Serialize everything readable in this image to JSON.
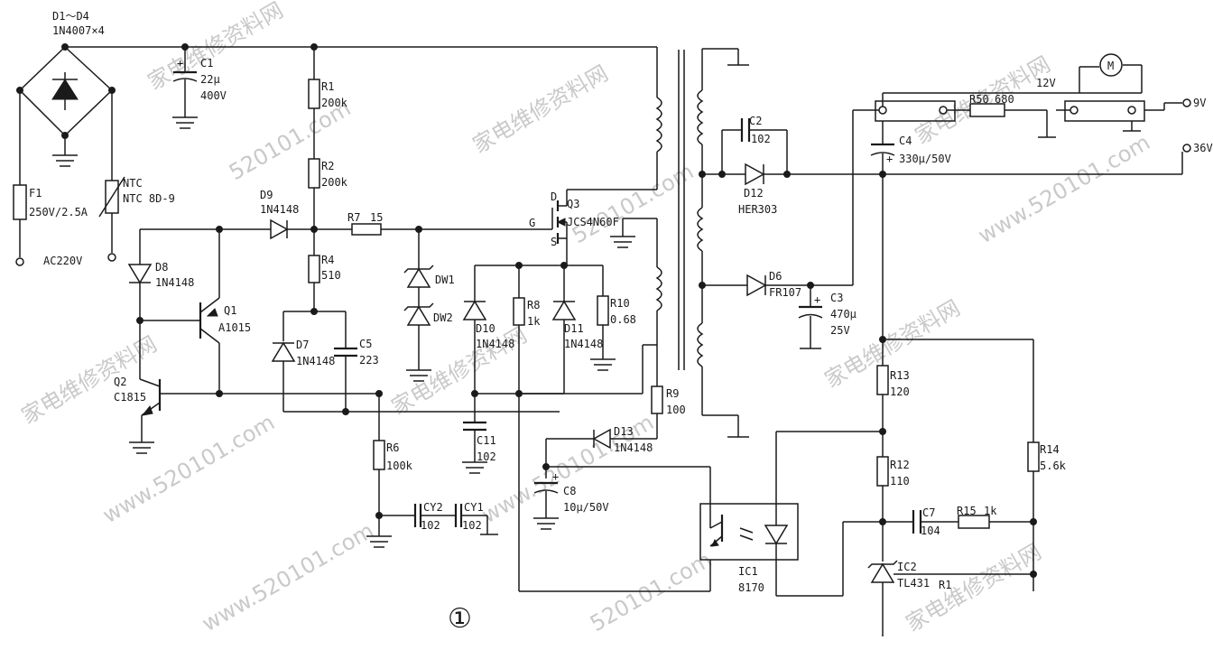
{
  "figure_number": "①",
  "watermark": {
    "site_cn": "家电维修资料网",
    "site_url": "www.520101.com",
    "site_short": "520101.com"
  },
  "input": {
    "bridge_name": "D1～D4",
    "bridge_value": "1N4007×4",
    "fuse_name": "F1",
    "fuse_value": "250V/2.5A",
    "ntc_name": "NTC",
    "ntc_value": "NTC 8D-9",
    "mains_label": "AC220V"
  },
  "components": {
    "C1": {
      "name": "C1",
      "value1": "22μ",
      "value2": "400V"
    },
    "R1": {
      "name": "R1",
      "value": "200k"
    },
    "R2": {
      "name": "R2",
      "value": "200k"
    },
    "R4": {
      "name": "R4",
      "value": "510"
    },
    "R7": {
      "name": "R7",
      "value": "15"
    },
    "D9": {
      "name": "D9",
      "value": "1N4148"
    },
    "D8": {
      "name": "D8",
      "value": "1N4148"
    },
    "Q1": {
      "name": "Q1",
      "value": "A1015"
    },
    "Q2": {
      "name": "Q2",
      "value": "C1815"
    },
    "D7": {
      "name": "D7",
      "value": "1N4148"
    },
    "C5": {
      "name": "C5",
      "value": "223"
    },
    "DW1": {
      "name": "DW1"
    },
    "DW2": {
      "name": "DW2"
    },
    "Q3": {
      "name": "Q3",
      "value": "JCS4N60F",
      "pin_d": "D",
      "pin_g": "G",
      "pin_s": "S"
    },
    "D10": {
      "name": "D10",
      "value": "1N4148"
    },
    "R8": {
      "name": "R8",
      "value": "1k"
    },
    "D11": {
      "name": "D11",
      "value": "1N4148"
    },
    "R10": {
      "name": "R10",
      "value": "0.68"
    },
    "R6": {
      "name": "R6",
      "value": "100k"
    },
    "C11": {
      "name": "C11",
      "value": "102"
    },
    "CY2": {
      "name": "CY2",
      "value": "102"
    },
    "CY1": {
      "name": "CY1",
      "value": "102"
    },
    "R9": {
      "name": "R9",
      "value": "100"
    },
    "D13": {
      "name": "D13",
      "value": "1N4148"
    },
    "C8": {
      "name": "C8",
      "value": "10μ/50V"
    },
    "IC1": {
      "name": "IC1",
      "value": "8170"
    },
    "C2": {
      "name": "C2",
      "value": "102"
    },
    "D12": {
      "name": "D12",
      "value": "HER303"
    },
    "D6": {
      "name": "D6",
      "value": "FR107"
    },
    "C3": {
      "name": "C3",
      "value1": "470μ",
      "value2": "25V"
    },
    "C4": {
      "name": "C4",
      "value": "330μ/50V"
    },
    "R50": {
      "name": "R50",
      "value": "680"
    },
    "R13": {
      "name": "R13",
      "value": "120"
    },
    "R12": {
      "name": "R12",
      "value": "110"
    },
    "R14": {
      "name": "R14",
      "value": "5.6k"
    },
    "C7": {
      "name": "C7",
      "value": "104"
    },
    "R15": {
      "name": "R15",
      "value": "1k"
    },
    "IC2": {
      "name": "IC2",
      "value": "TL431"
    },
    "R1_label_bottom": {
      "name": "R1"
    }
  },
  "outputs": {
    "v12": "12V",
    "out_top": "9V",
    "out_bottom": "36V",
    "motor_symbol": "M"
  }
}
